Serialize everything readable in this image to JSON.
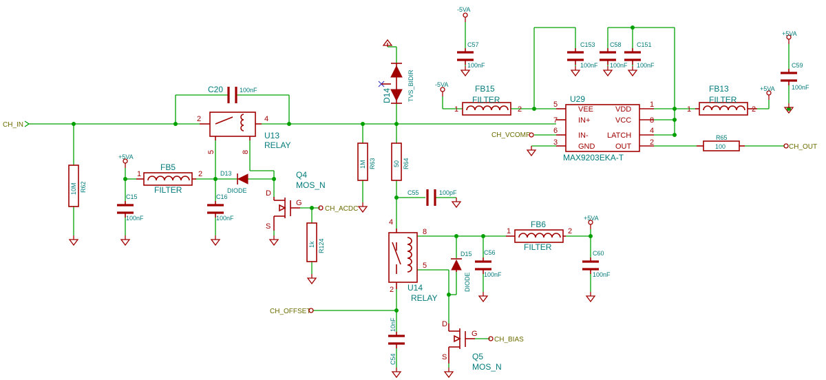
{
  "nets": {
    "ch_in": "CH_IN",
    "ch_vcomp": "CH_VCOMP",
    "ch_acdc": "CH_ACDC",
    "ch_out": "CH_OUT",
    "ch_offset": "CH_OFFSET",
    "ch_bias": "CH_BIAS"
  },
  "power": {
    "p5va": "+5VA",
    "m5va": "-5VA"
  },
  "components": {
    "c20": {
      "ref": "C20",
      "value": "100nF"
    },
    "u13": {
      "ref": "U13",
      "value": "RELAY"
    },
    "r62": {
      "ref": "R62",
      "value": "10M"
    },
    "fb5": {
      "ref": "FB5",
      "value": "FILTER"
    },
    "c15": {
      "ref": "C15",
      "value": "100nF"
    },
    "c16": {
      "ref": "C16",
      "value": "100nF"
    },
    "d13": {
      "ref": "D13",
      "value": "DIODE"
    },
    "q4": {
      "ref": "Q4",
      "value": "MOS_N"
    },
    "r124": {
      "ref": "R124",
      "value": "1k"
    },
    "r63": {
      "ref": "R63",
      "value": "1M"
    },
    "r64": {
      "ref": "R64",
      "value": "50"
    },
    "d14": {
      "ref": "D14",
      "value": "TVS_BIDIR"
    },
    "c55": {
      "ref": "C55",
      "value": "100pF"
    },
    "u14": {
      "ref": "U14",
      "value": "RELAY"
    },
    "d15": {
      "ref": "D15",
      "value": "DIODE"
    },
    "c56": {
      "ref": "C56",
      "value": "100nF"
    },
    "fb6": {
      "ref": "FB6",
      "value": "FILTER"
    },
    "c60": {
      "ref": "C60",
      "value": "100nF"
    },
    "c54": {
      "ref": "C54",
      "value": "10nF"
    },
    "q5": {
      "ref": "Q5",
      "value": "MOS_N"
    },
    "c57": {
      "ref": "C57",
      "value": "100nF"
    },
    "fb15": {
      "ref": "FB15",
      "value": "FILTER"
    },
    "c153": {
      "ref": "C153",
      "value": "100nF"
    },
    "c58": {
      "ref": "C58",
      "value": "100nF"
    },
    "c151": {
      "ref": "C151",
      "value": "100nF"
    },
    "u29": {
      "ref": "U29",
      "value": "MAX9203EKA-T"
    },
    "fb13": {
      "ref": "FB13",
      "value": "FILTER"
    },
    "c59": {
      "ref": "C59",
      "value": "100nF"
    },
    "r65": {
      "ref": "R65",
      "value": "100"
    }
  },
  "u29_pins": {
    "vee": "VEE",
    "inp": "IN+",
    "inm": "IN-",
    "gnd": "GND",
    "vdd": "VDD",
    "vcc": "VCC",
    "latch": "LATCH",
    "out": "OUT"
  },
  "pin_numbers": {
    "n1": "1",
    "n2": "2",
    "n3": "3",
    "n4": "4",
    "n5": "5",
    "n6": "6",
    "n7": "7",
    "n8": "8",
    "d": "D",
    "g": "G",
    "s": "S"
  }
}
